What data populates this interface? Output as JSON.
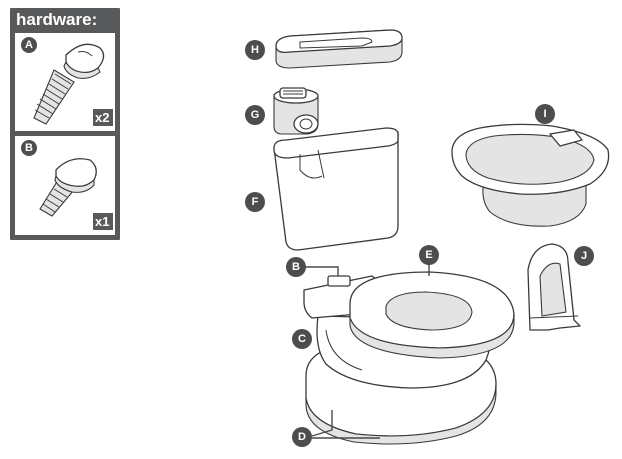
{
  "hardware": {
    "title": "hardware:",
    "items": [
      {
        "letter": "A",
        "quantity": "x2"
      },
      {
        "letter": "B",
        "quantity": "x1"
      }
    ]
  },
  "callouts": {
    "H": "H",
    "G": "G",
    "F": "F",
    "I": "I",
    "E": "E",
    "B": "B",
    "J": "J",
    "C": "C",
    "D": "D"
  },
  "colors": {
    "panel": "#58595b",
    "callout": "#4d4d4f",
    "outline": "#3a3a3a"
  }
}
